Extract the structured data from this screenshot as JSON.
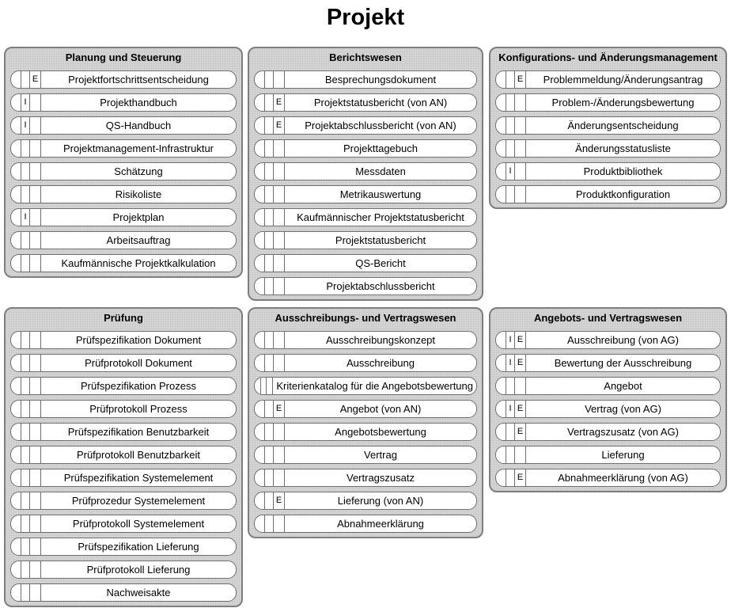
{
  "title": "Projekt",
  "colors": {
    "group_background": "#d5d5d5",
    "group_border": "#7e7e7e",
    "item_background": "#ffffff",
    "item_border": "#6f6f6f",
    "text": "#000000"
  },
  "groups": [
    {
      "name": "Planung und Steuerung",
      "items": [
        {
          "label": "Projektfortschrittsentscheidung",
          "i": "",
          "e": "E"
        },
        {
          "label": "Projekthandbuch",
          "i": "I",
          "e": ""
        },
        {
          "label": "QS-Handbuch",
          "i": "I",
          "e": ""
        },
        {
          "label": "Projektmanagement-Infrastruktur",
          "i": "",
          "e": ""
        },
        {
          "label": "Schätzung",
          "i": "",
          "e": ""
        },
        {
          "label": "Risikoliste",
          "i": "",
          "e": ""
        },
        {
          "label": "Projektplan",
          "i": "I",
          "e": ""
        },
        {
          "label": "Arbeitsauftrag",
          "i": "",
          "e": ""
        },
        {
          "label": "Kaufmännische Projektkalkulation",
          "i": "",
          "e": ""
        }
      ]
    },
    {
      "name": "Berichtswesen",
      "items": [
        {
          "label": "Besprechungsdokument",
          "i": "",
          "e": ""
        },
        {
          "label": "Projektstatusbericht (von AN)",
          "i": "",
          "e": "E"
        },
        {
          "label": "Projektabschlussbericht (von AN)",
          "i": "",
          "e": "E"
        },
        {
          "label": "Projekttagebuch",
          "i": "",
          "e": ""
        },
        {
          "label": "Messdaten",
          "i": "",
          "e": ""
        },
        {
          "label": "Metrikauswertung",
          "i": "",
          "e": ""
        },
        {
          "label": "Kaufmännischer Projektstatusbericht",
          "i": "",
          "e": ""
        },
        {
          "label": "Projektstatusbericht",
          "i": "",
          "e": ""
        },
        {
          "label": "QS-Bericht",
          "i": "",
          "e": ""
        },
        {
          "label": "Projektabschlussbericht",
          "i": "",
          "e": ""
        }
      ]
    },
    {
      "name": "Konfigurations- und Änderungsmanagement",
      "items": [
        {
          "label": "Problemmeldung/Änderungsantrag",
          "i": "",
          "e": "E"
        },
        {
          "label": "Problem-/Änderungsbewertung",
          "i": "",
          "e": ""
        },
        {
          "label": "Änderungsentscheidung",
          "i": "",
          "e": ""
        },
        {
          "label": "Änderungsstatusliste",
          "i": "",
          "e": ""
        },
        {
          "label": "Produktbibliothek",
          "i": "I",
          "e": ""
        },
        {
          "label": "Produktkonfiguration",
          "i": "",
          "e": ""
        }
      ]
    },
    {
      "name": "Prüfung",
      "items": [
        {
          "label": "Prüfspezifikation Dokument",
          "i": "",
          "e": ""
        },
        {
          "label": "Prüfprotokoll Dokument",
          "i": "",
          "e": ""
        },
        {
          "label": "Prüfspezifikation Prozess",
          "i": "",
          "e": ""
        },
        {
          "label": "Prüfprotokoll Prozess",
          "i": "",
          "e": ""
        },
        {
          "label": "Prüfspezifikation Benutzbarkeit",
          "i": "",
          "e": ""
        },
        {
          "label": "Prüfprotokoll Benutzbarkeit",
          "i": "",
          "e": ""
        },
        {
          "label": "Prüfspezifikation Systemelement",
          "i": "",
          "e": ""
        },
        {
          "label": "Prüfprozedur Systemelement",
          "i": "",
          "e": ""
        },
        {
          "label": "Prüfprotokoll Systemelement",
          "i": "",
          "e": ""
        },
        {
          "label": "Prüfspezifikation Lieferung",
          "i": "",
          "e": ""
        },
        {
          "label": "Prüfprotokoll Lieferung",
          "i": "",
          "e": ""
        },
        {
          "label": "Nachweisakte",
          "i": "",
          "e": ""
        }
      ]
    },
    {
      "name": "Ausschreibungs- und Vertragswesen",
      "items": [
        {
          "label": "Ausschreibungskonzept",
          "i": "",
          "e": ""
        },
        {
          "label": "Ausschreibung",
          "i": "",
          "e": ""
        },
        {
          "label": "Kriterienkatalog für die Angebotsbewertung",
          "i": "",
          "e": ""
        },
        {
          "label": "Angebot (von AN)",
          "i": "",
          "e": "E"
        },
        {
          "label": "Angebotsbewertung",
          "i": "",
          "e": ""
        },
        {
          "label": "Vertrag",
          "i": "",
          "e": ""
        },
        {
          "label": "Vertragszusatz",
          "i": "",
          "e": ""
        },
        {
          "label": "Lieferung (von AN)",
          "i": "",
          "e": "E"
        },
        {
          "label": "Abnahmeerklärung",
          "i": "",
          "e": ""
        }
      ]
    },
    {
      "name": "Angebots- und Vertragswesen",
      "items": [
        {
          "label": "Ausschreibung (von AG)",
          "i": "I",
          "e": "E"
        },
        {
          "label": "Bewertung der Ausschreibung",
          "i": "I",
          "e": "E"
        },
        {
          "label": "Angebot",
          "i": "",
          "e": ""
        },
        {
          "label": "Vertrag (von AG)",
          "i": "I",
          "e": "E"
        },
        {
          "label": "Vertragszusatz (von AG)",
          "i": "",
          "e": "E"
        },
        {
          "label": "Lieferung",
          "i": "",
          "e": ""
        },
        {
          "label": "Abnahmeerklärung (von AG)",
          "i": "",
          "e": "E"
        }
      ]
    }
  ]
}
